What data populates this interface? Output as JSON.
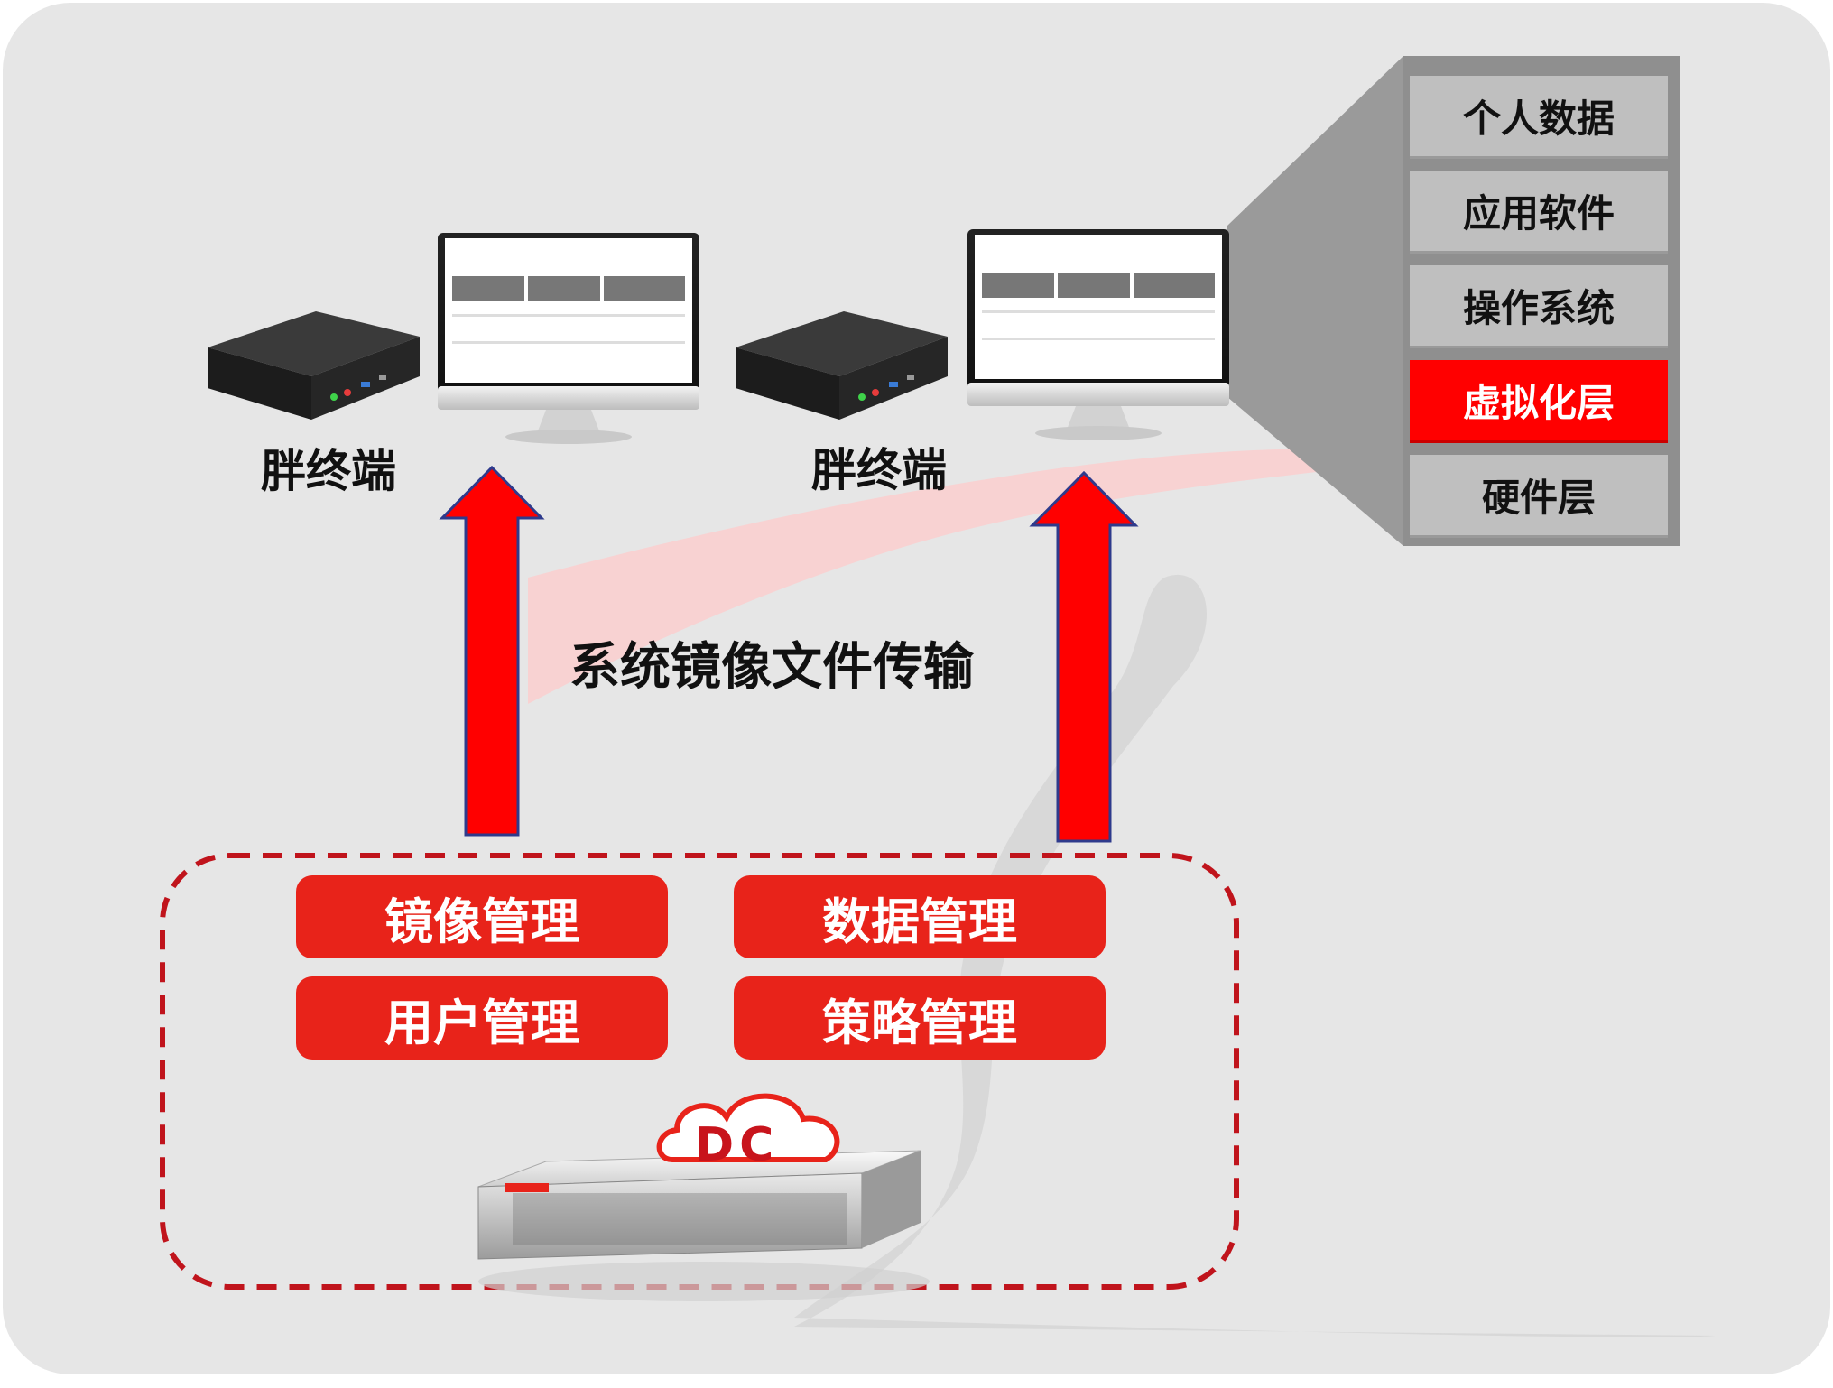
{
  "terminals": [
    {
      "label": "胖终端"
    },
    {
      "label": "胖终端"
    }
  ],
  "transfer": {
    "label": "系统镜像文件传输"
  },
  "stack_layers": [
    {
      "label": "个人数据",
      "highlight": false
    },
    {
      "label": "应用软件",
      "highlight": false
    },
    {
      "label": "操作系统",
      "highlight": false
    },
    {
      "label": "虚拟化层",
      "highlight": true
    },
    {
      "label": "硬件层",
      "highlight": false
    }
  ],
  "management": [
    {
      "label": "镜像管理"
    },
    {
      "label": "数据管理"
    },
    {
      "label": "用户管理"
    },
    {
      "label": "策略管理"
    }
  ],
  "server": {
    "badge": "DC"
  },
  "colors": {
    "background": "#e6e6e6",
    "accent_red": "#ff0000",
    "button_red": "#e8231a",
    "dashed_border": "#c0141c",
    "layer_grey": "#bfbfbf",
    "arrow_outline": "#2e3a8c"
  }
}
